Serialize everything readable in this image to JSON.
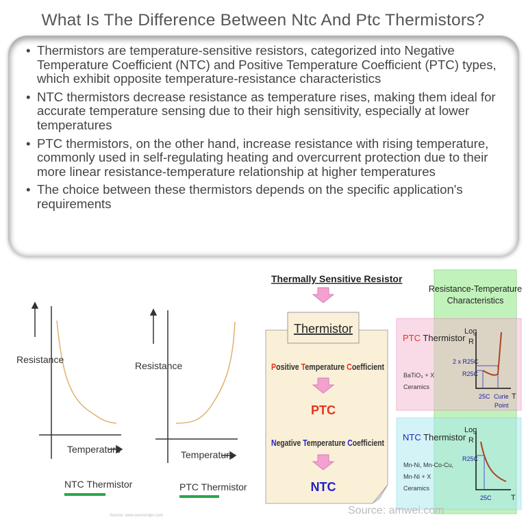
{
  "title": "What Is The Difference Between Ntc And Ptc Thermistors?",
  "bullets": [
    "Thermistors are temperature-sensitive resistors, categorized into Negative Temperature Coefficient (NTC) and Positive Temperature Coefficient (PTC) types, which exhibit opposite temperature-resistance characteristics",
    "NTC thermistors decrease resistance as temperature rises, making them ideal for accurate temperature sensing due to their high sensitivity, especially at lower temperatures",
    "PTC thermistors, on the other hand, increase resistance with rising temperature, commonly used in self-regulating heating and overcurrent protection due to their more linear resistance-temperature relationship at higher temperatures",
    "The choice between these thermistors depends on the specific application's requirements"
  ],
  "left_figure": {
    "ntc": {
      "ylabel": "Resistance",
      "xlabel": "Temperature",
      "caption": "NTC Thermistor"
    },
    "ptc": {
      "ylabel": "Resistance",
      "xlabel": "Temperature",
      "caption": "PTC Thermistor"
    },
    "source": "Source: www.sensorsips.com",
    "curve_color": "#e0b070",
    "underline_color": "#2aa84a"
  },
  "right_figure": {
    "header": "Thermally Sensitive Resistor",
    "box_title": "Thermistor",
    "ptc_full": [
      "P",
      "ositive ",
      "T",
      "emperature ",
      "C",
      "oefficient"
    ],
    "ptc": "PTC",
    "ntc_full": [
      "N",
      "egative ",
      "T",
      "emperature ",
      "C",
      "oefficient"
    ],
    "ntc": "NTC",
    "char_title_1": "Resistance-Temperature",
    "char_title_2": "Characteristics",
    "ptc_panel": {
      "t1": "PTC",
      "t2": " Thermistor",
      "mat1": "BaTiO₃ + X",
      "mat2": "Ceramics",
      "log": "Log",
      "r": "R",
      "l2x": "2 x R25C",
      "lr": "R25C",
      "x1": "25C",
      "x2a": "Curie",
      "x2b": "Point",
      "t": "T"
    },
    "ntc_panel": {
      "t1": "NTC",
      "t2": " Thermistor",
      "mat1": "Mn-Ni, Mn-Co-Cu,",
      "mat2": "Mn-Ni + X",
      "mat3": "Ceramics",
      "log": "Log",
      "r": "R",
      "lr": "R25C",
      "x1": "25C",
      "t": "T"
    },
    "source": "Source: amwei.com",
    "colors": {
      "red": "#e8321e",
      "blue": "#2020c8",
      "pink_arrow": "#f4a0d0",
      "green": "#b8f0b0"
    }
  }
}
